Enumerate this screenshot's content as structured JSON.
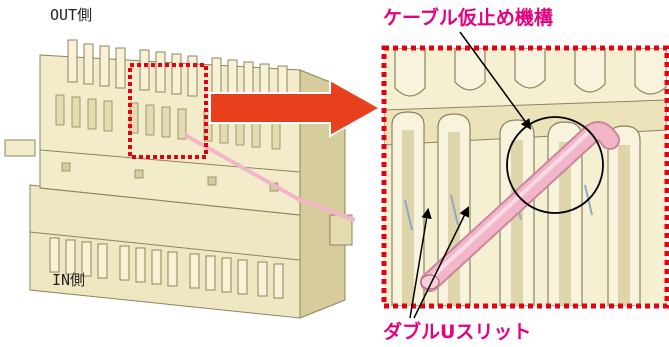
{
  "labels": {
    "out_side": "OUT側",
    "in_side": "IN側",
    "cable_holder": "ケーブル仮止め機構",
    "double_u_slit": "ダブルUスリット"
  },
  "colors": {
    "block_body": "#f3eccb",
    "block_shadow": "#d7cd9c",
    "block_edge": "#8c8460",
    "callout_dash": "#e60012",
    "arrow_fill": "#e8401c",
    "cable_pink": "#f2b6c8",
    "label_pink": "#e5007f"
  },
  "icons": {
    "pointer_arrow": "right-arrow-icon"
  }
}
